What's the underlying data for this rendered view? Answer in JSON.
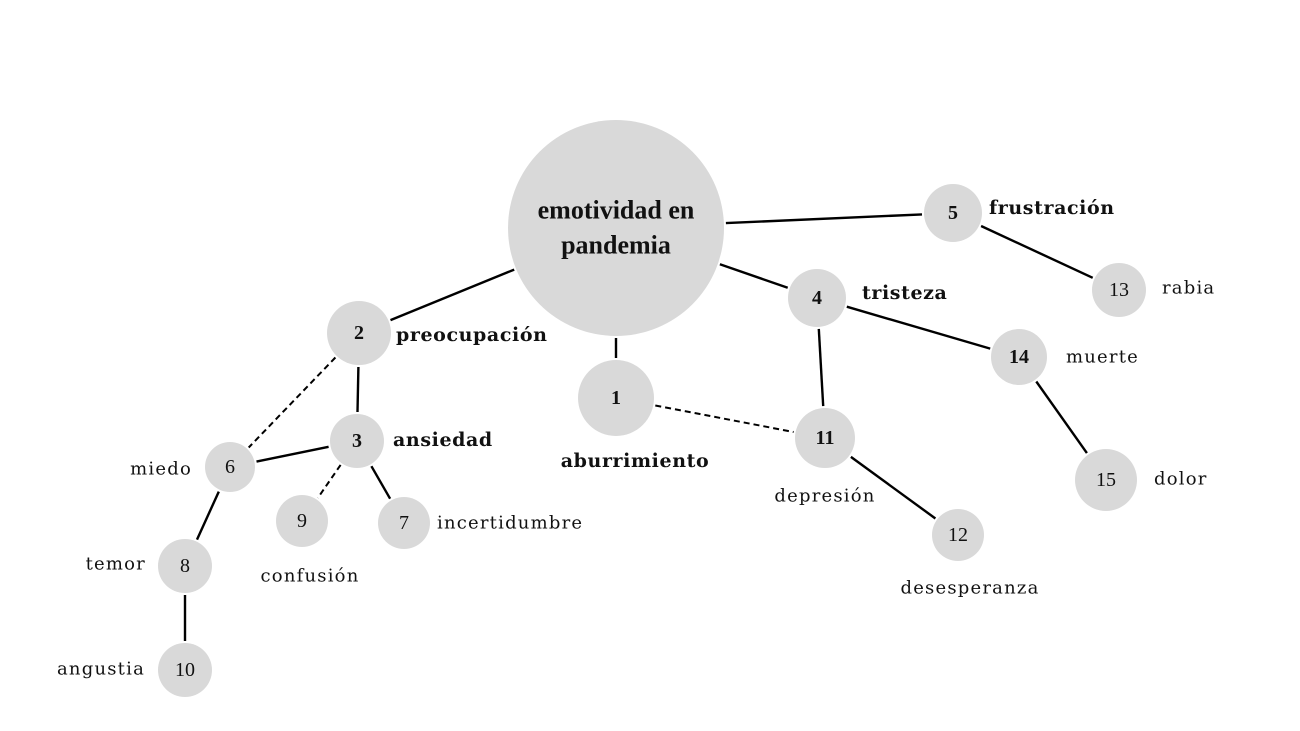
{
  "center": {
    "line1": "emotividad en",
    "line2": "pandemia"
  },
  "nodes": [
    {
      "id": "1",
      "label": "aburrimiento",
      "bold": true
    },
    {
      "id": "2",
      "label": "preocupación",
      "bold": true
    },
    {
      "id": "3",
      "label": "ansiedad",
      "bold": true
    },
    {
      "id": "4",
      "label": "tristeza",
      "bold": true
    },
    {
      "id": "5",
      "label": "frustración",
      "bold": true
    },
    {
      "id": "6",
      "label": "miedo",
      "bold": false
    },
    {
      "id": "7",
      "label": "incertidumbre",
      "bold": false
    },
    {
      "id": "8",
      "label": "temor",
      "bold": false
    },
    {
      "id": "9",
      "label": "confusión",
      "bold": false
    },
    {
      "id": "10",
      "label": "angustia",
      "bold": false
    },
    {
      "id": "11",
      "label": "depresión",
      "bold": true
    },
    {
      "id": "12",
      "label": "desesperanza",
      "bold": false
    },
    {
      "id": "13",
      "label": "rabia",
      "bold": false
    },
    {
      "id": "14",
      "label": "muerte",
      "bold": true
    },
    {
      "id": "15",
      "label": "dolor",
      "bold": false
    }
  ],
  "edges": [
    {
      "from": "center",
      "to": "2",
      "style": "solid"
    },
    {
      "from": "center",
      "to": "1",
      "style": "solid"
    },
    {
      "from": "center",
      "to": "4",
      "style": "solid"
    },
    {
      "from": "center",
      "to": "5",
      "style": "solid"
    },
    {
      "from": "2",
      "to": "3",
      "style": "solid"
    },
    {
      "from": "2",
      "to": "6",
      "style": "dashed"
    },
    {
      "from": "3",
      "to": "6",
      "style": "solid"
    },
    {
      "from": "3",
      "to": "9",
      "style": "dashed"
    },
    {
      "from": "3",
      "to": "7",
      "style": "solid"
    },
    {
      "from": "6",
      "to": "8",
      "style": "solid"
    },
    {
      "from": "8",
      "to": "10",
      "style": "solid"
    },
    {
      "from": "1",
      "to": "11",
      "style": "dashed"
    },
    {
      "from": "4",
      "to": "11",
      "style": "solid"
    },
    {
      "from": "4",
      "to": "14",
      "style": "solid"
    },
    {
      "from": "11",
      "to": "12",
      "style": "solid"
    },
    {
      "from": "14",
      "to": "15",
      "style": "solid"
    },
    {
      "from": "5",
      "to": "13",
      "style": "solid"
    }
  ]
}
